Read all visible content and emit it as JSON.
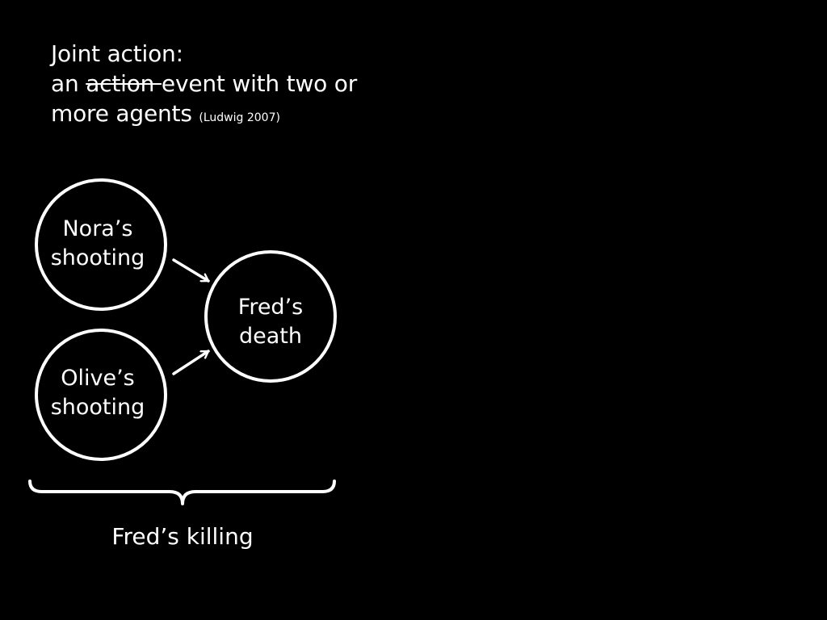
{
  "heading": {
    "line1": "Joint action:",
    "line2_prefix": "an ",
    "line2_struck": "action ",
    "line2_suffix": "event with two or",
    "line3": "more agents ",
    "citation": "(Ludwig 2007)"
  },
  "nodes": {
    "nora": {
      "line1": "Nora’s",
      "line2": "shooting"
    },
    "olive": {
      "line1": "Olive’s",
      "line2": "shooting"
    },
    "fred_death": {
      "line1": "Fred’s",
      "line2": "death"
    }
  },
  "brace_label": "Fred’s killing",
  "colors": {
    "background": "#000000",
    "foreground": "#ffffff"
  }
}
